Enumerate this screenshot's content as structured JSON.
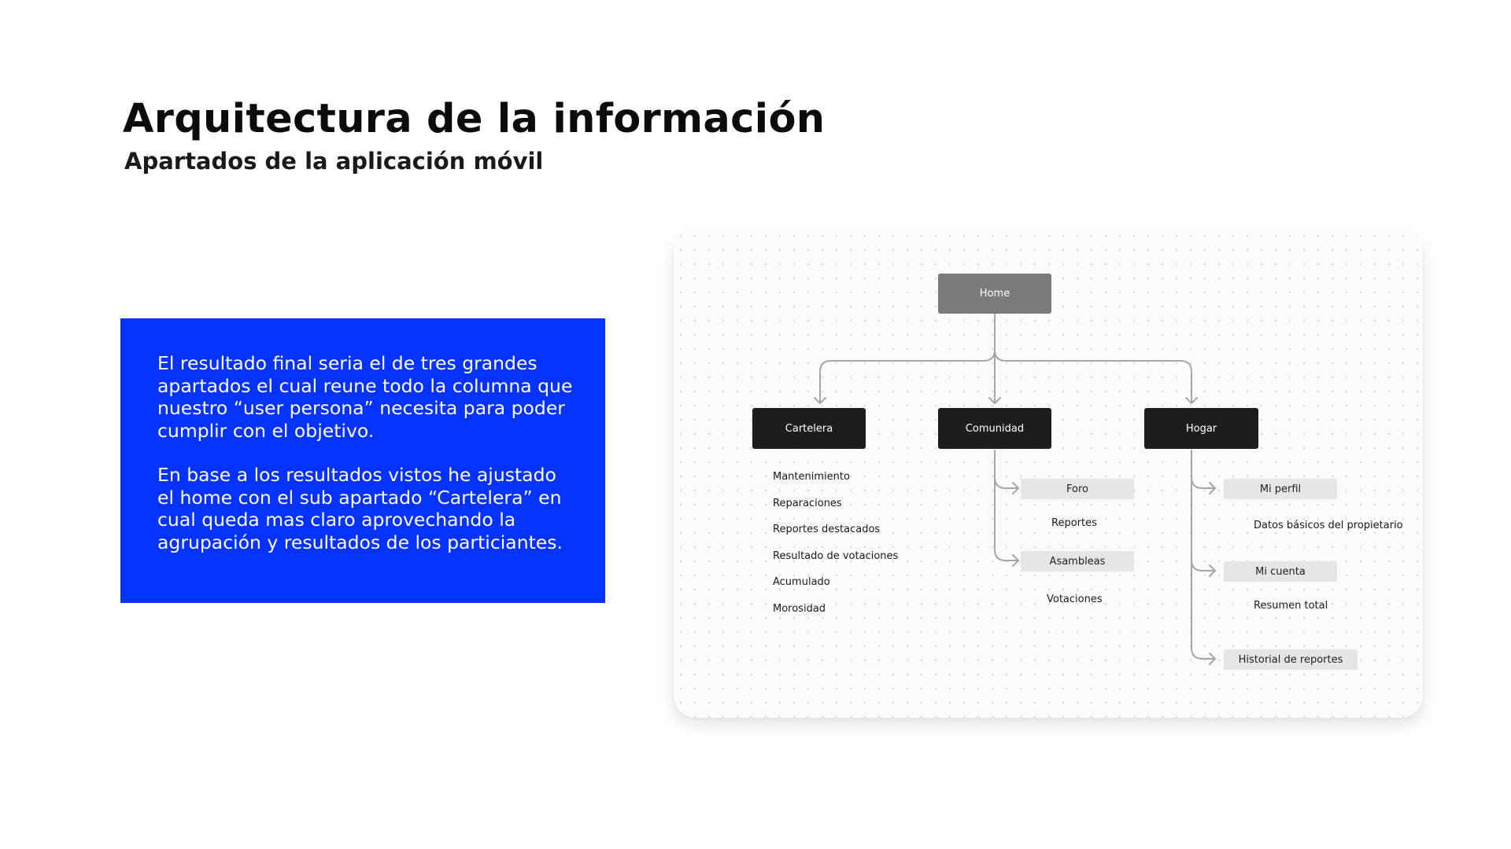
{
  "header": {
    "title": "Arquitectura de la información",
    "subtitle": "Apartados de la aplicación móvil"
  },
  "info_box": {
    "paragraph_1": "El resultado final seria el de tres grandes apartados el cual reune todo la columna que nuestro “user persona” necesita para poder cumplir con el objetivo.",
    "paragraph_2": "En base a los resultados vistos he ajustado el home con el sub apartado “Cartelera” en cual queda mas claro aprovechando la agrupación y resultados de los particiantes."
  },
  "diagram": {
    "root": "Home",
    "sections": {
      "cartelera": {
        "label": "Cartelera",
        "items": [
          "Mantenimiento",
          "Reparaciones",
          "Reportes destacados",
          "Resultado de votaciones",
          "Acumulado",
          "Morosidad"
        ]
      },
      "comunidad": {
        "label": "Comunidad",
        "foro": {
          "label": "Foro",
          "detail": "Reportes"
        },
        "asambleas": {
          "label": "Asambleas",
          "detail": "Votaciones"
        }
      },
      "hogar": {
        "label": "Hogar",
        "mi_perfil": {
          "label": "Mi perfil",
          "detail": "Datos básicos del propietario"
        },
        "mi_cuenta": {
          "label": "Mi cuenta",
          "detail": "Resumen total"
        },
        "historial": {
          "label": "Historial de reportes"
        }
      }
    },
    "colors": {
      "accent_box": "#0433ff",
      "root_node": "#7b7b7b",
      "main_node": "#1d1d1d",
      "sub_node": "#e6e6e6",
      "connector": "#a6a6a6"
    }
  }
}
